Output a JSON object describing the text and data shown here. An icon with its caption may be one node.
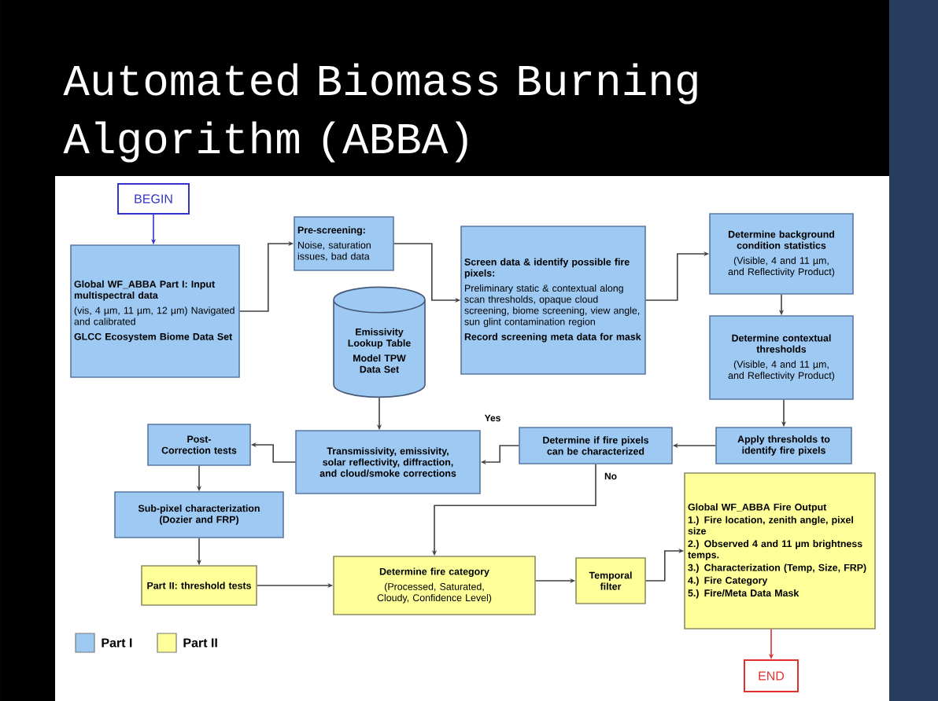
{
  "diagram": {
    "title": "Automated Biomass Burning Algorithm (ABBA)",
    "nodes": [
      {
        "text": [
          "BEGIN"
        ]
      },
      {
        "text": [
          "Global WF_ABBA Part I: Input multispectral data",
          "(vis, 4 µm, 11 µm, 12 µm) Navigated and calibrated",
          "GLCC Ecosystem Biome Data Set"
        ]
      },
      {
        "text": [
          "Pre-screening:",
          "Noise, saturation issues, bad data"
        ]
      },
      {
        "text": [
          "Emissivity Lookup Table",
          "Model TPW Data Set"
        ]
      },
      {
        "text": [
          "Screen data & identify possible fire pixels:",
          "Preliminary static & contextual along scan thresholds, opaque cloud screening, biome screening, view angle, sun glint contamination region",
          "Record screening meta data for mask"
        ]
      },
      {
        "text": [
          "Determine background condition statistics",
          "(Visible, 4 and 11 µm, and Reflectivity Product)"
        ]
      },
      {
        "text": [
          "Determine contextual thresholds",
          "(Visible, 4 and 11 µm, and Reflectivity Product)"
        ]
      },
      {
        "text": [
          "Apply thresholds to identify fire pixels"
        ]
      },
      {
        "text": [
          "Determine if fire pixels can be characterized"
        ]
      },
      {
        "text": [
          "Transmissivity, emissivity, solar reflectivity, diffraction, and cloud/smoke corrections"
        ]
      },
      {
        "text": [
          "Post-Correction tests"
        ]
      },
      {
        "text": [
          "Sub-pixel characterization (Dozier and FRP)"
        ]
      },
      {
        "text": [
          "Part II: threshold tests"
        ]
      },
      {
        "text": [
          "Determine fire category",
          "(Processed, Saturated, Cloudy, Confidence Level)"
        ]
      },
      {
        "text": [
          "Temporal filter"
        ]
      },
      {
        "text": [
          "Global WF_ABBA Fire Output",
          "1.) Fire location, zenith angle, pixel size",
          "2.) Observed 4 and 11 µm brightness temps.",
          "3.) Characterization (Temp, Size, FRP)",
          "4.) Fire Category",
          "5.) Fire/Meta Data Mask"
        ]
      },
      {
        "text": [
          "END"
        ]
      }
    ],
    "edges": [
      {
        "from": 0,
        "to": 1,
        "arrow": "to",
        "color": "#3333cc"
      },
      {
        "from": 1,
        "to": 2,
        "arrow": "to"
      },
      {
        "from": 2,
        "to": 4,
        "arrow": "to"
      },
      {
        "from": 4,
        "to": 5,
        "arrow": "to"
      },
      {
        "from": 5,
        "to": 6,
        "arrow": "to"
      },
      {
        "from": 6,
        "to": 7,
        "arrow": "to"
      },
      {
        "from": 7,
        "to": 8,
        "arrow": "to"
      },
      {
        "from": 8,
        "to": 9,
        "arrow": "to",
        "label": "Yes"
      },
      {
        "from": 3,
        "to": 9,
        "arrow": "to"
      },
      {
        "from": 9,
        "to": 10,
        "arrow": "to"
      },
      {
        "from": 10,
        "to": 11,
        "arrow": "to"
      },
      {
        "from": 11,
        "to": 12,
        "arrow": "to"
      },
      {
        "from": 8,
        "to": 13,
        "arrow": "to",
        "label": "No"
      },
      {
        "from": 12,
        "to": 13,
        "arrow": "to"
      },
      {
        "from": 13,
        "to": 14,
        "arrow": "to"
      },
      {
        "from": 14,
        "to": 15,
        "arrow": "to"
      },
      {
        "from": 15,
        "to": 16,
        "arrow": "to",
        "color": "#e03030"
      }
    ],
    "legend": [
      {
        "text": "Part I",
        "color": "#9dc9f2"
      },
      {
        "text": "Part II",
        "color": "#ffff99"
      }
    ]
  }
}
